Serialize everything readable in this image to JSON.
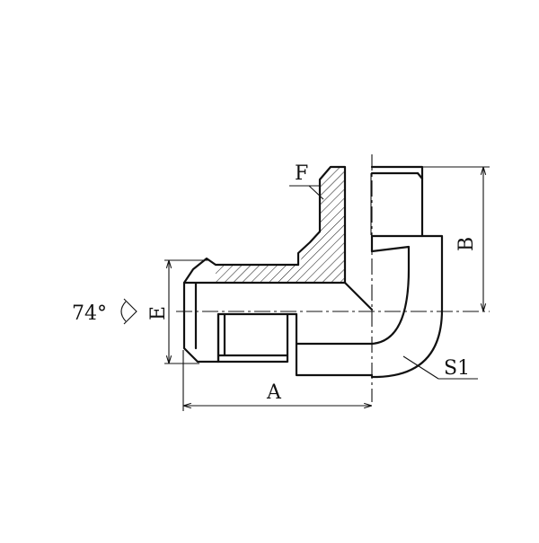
{
  "labels": {
    "angle": "74°",
    "dim_a": "A",
    "dim_b": "B",
    "dim_e": "E",
    "dim_f": "F",
    "dim_s1": "S1"
  }
}
